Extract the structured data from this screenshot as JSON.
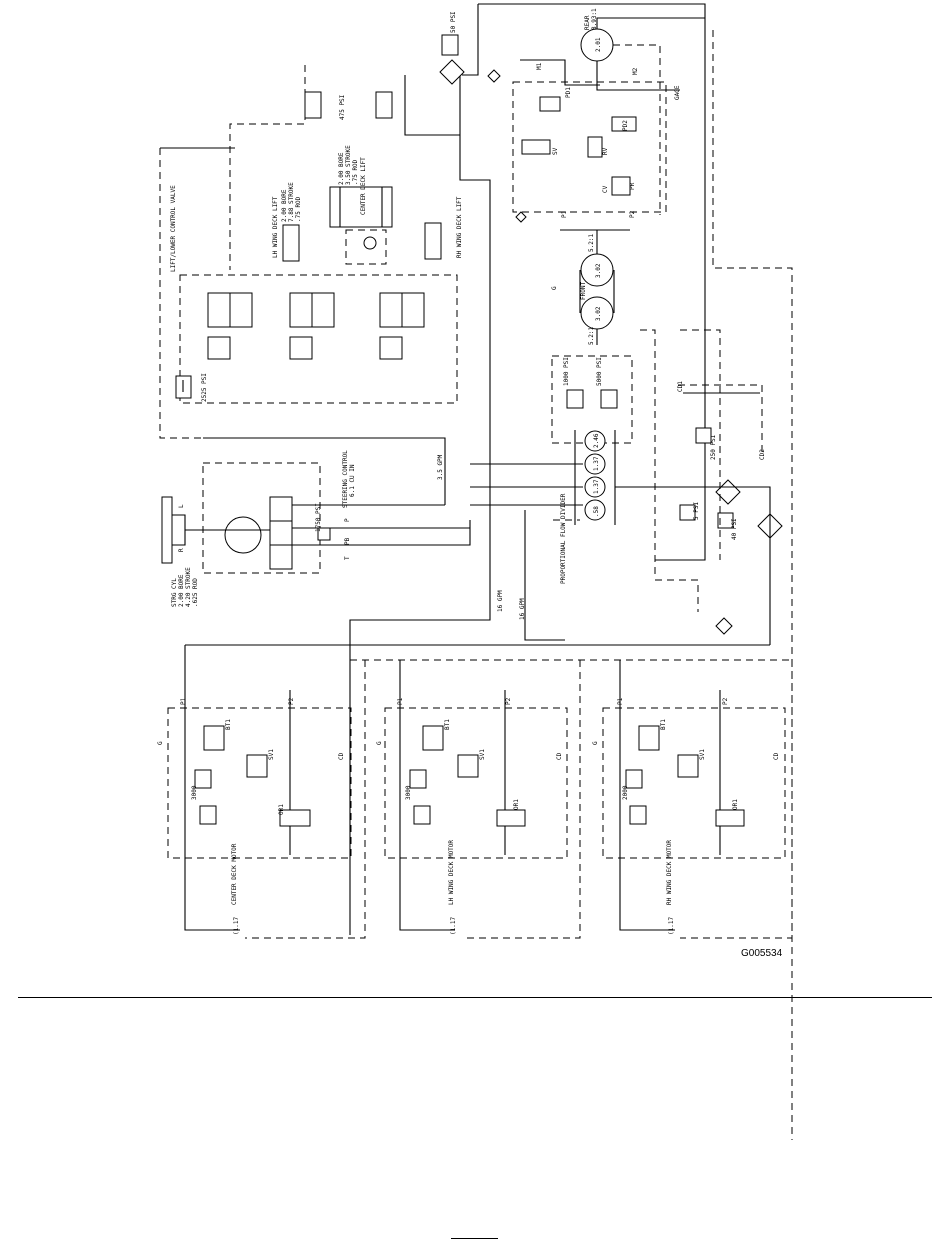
{
  "figure_id": "G005534",
  "labels": {
    "lift_valve": "LIFT/LOWER CONTROL VALVE",
    "lh_lift": "LH WING DECK LIFT",
    "rh_lift": "RH WING DECK LIFT",
    "center_lift": "CENTER DECK LIFT",
    "cyl_spec_a": "2.00 BORE",
    "cyl_spec_b": "7.88 STROKE",
    "cyl_spec_c": ".75 ROD",
    "cyl_spec_d": "3.50 STROKE",
    "relief_2525": "2525 PSI",
    "relief_475": "475 PSI",
    "relief_50": "50 PSI",
    "steering": "STEERING CONTROL",
    "steering_disp": "6.1 CU IN",
    "steering_relief": "1750 PSI",
    "strg_cyl": "STRG CYL",
    "strg_bore": "2.00 BORE",
    "strg_stroke": "4.20 STROKE",
    "strg_rod": ".625 ROD",
    "flow_35": "3.5 GPM",
    "flow_16a": "16 GPM",
    "flow_16b": "16 GPM",
    "rear": "REAR",
    "rear_ratio": "8.93:1",
    "rear_disp": "2.01",
    "front": "FRONT",
    "front_ratio_a": "5.2:1",
    "front_ratio_b": "5.2:1",
    "front_disp_a": "3.02",
    "front_disp_b": "3.02",
    "gage": "GAGE",
    "pump_a": "2.46",
    "pump_b": "1.37",
    "pump_c": "1.37",
    "pump_d": ".58",
    "relief_1000": "1000 PSI",
    "relief_5000": "5000 PSI",
    "relief_250": "250 PSI",
    "relief_5": "5 PSI",
    "relief_40": "40 PSI",
    "flow_divider": "PROPORTIONAL FLOW DIVIDER",
    "center_motor": "CENTER DECK MOTOR",
    "lh_motor": "LH WING DECK MOTOR",
    "rh_motor": "RH WING DECK MOTOR",
    "motor_disp": "(1.17",
    "rv_center": "3000",
    "rv_lh": "3000",
    "rv_rh": "2000",
    "rv_psi": "PSI",
    "sv": "SV",
    "rv": "RV",
    "cv": "CV",
    "pr": "PR",
    "pd1": "PD1",
    "pd2": "PD2",
    "or": "OR",
    "sv1": "SV1",
    "rv1": "RV1",
    "bt1": "BT1",
    "or1": "OR1",
    "m1": "M1",
    "m2": "M2",
    "p1": "P1",
    "p2": "P2",
    "cd": "CD",
    "cd1": "CD1",
    "cd2": "CD2",
    "g": "G",
    "t": "T",
    "p": "P",
    "r": "R",
    "l": "L",
    "pb": "PB"
  },
  "title_rule_color": "#000000"
}
